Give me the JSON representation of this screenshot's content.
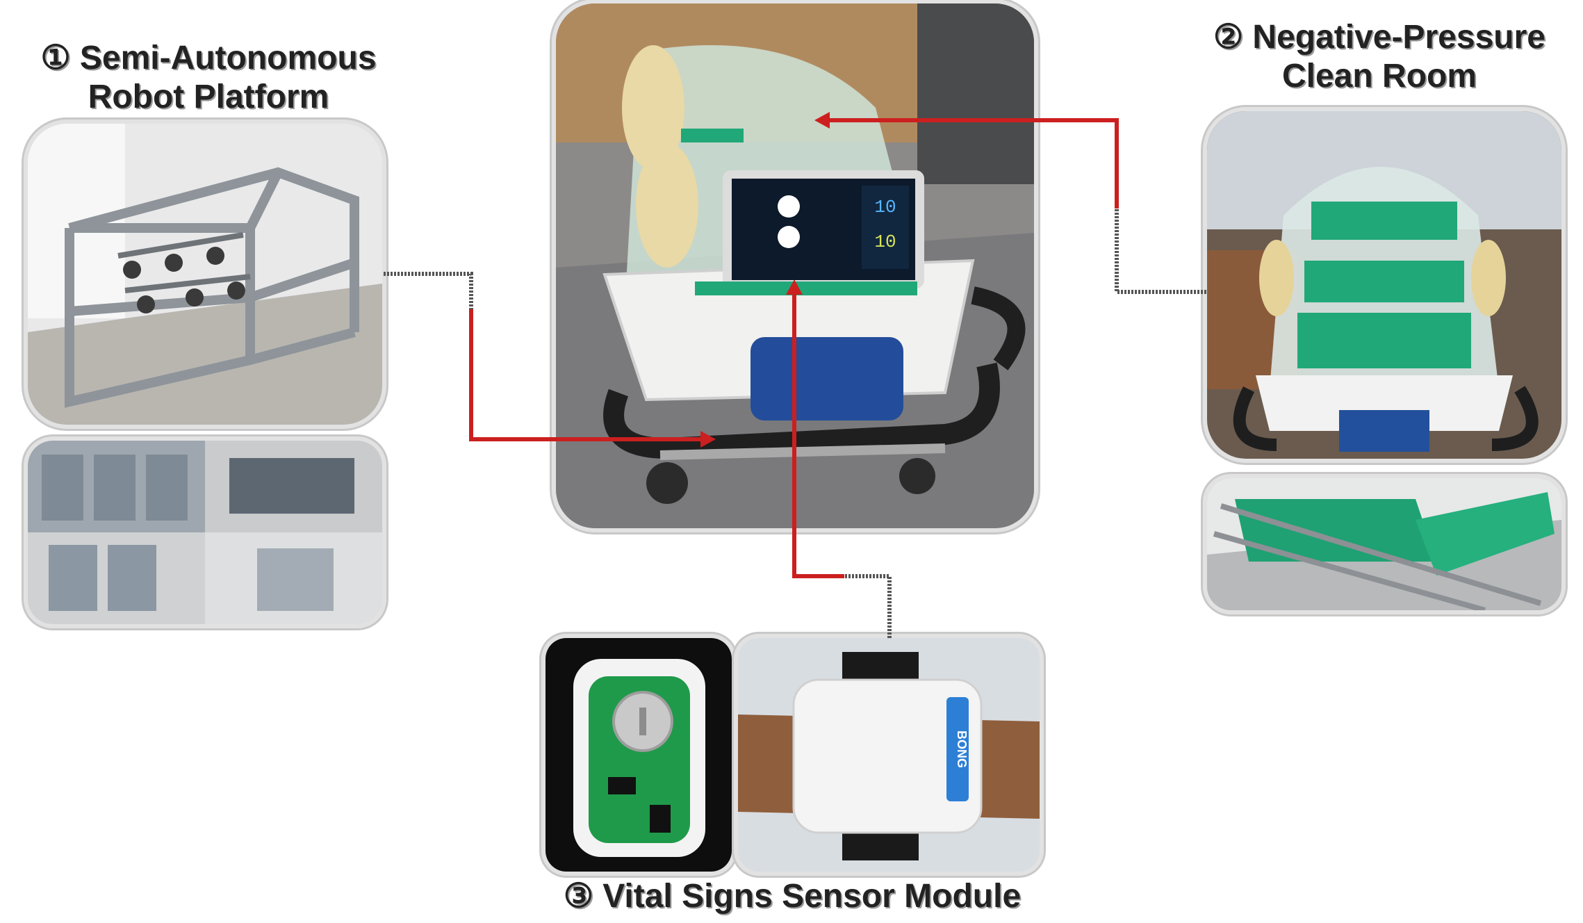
{
  "labels": {
    "robot_platform": {
      "number": "①",
      "line1": "Semi-Autonomous",
      "line2": "Robot Platform"
    },
    "clean_room": {
      "number": "②",
      "line1": "Negative-Pressure",
      "line2": "Clean Room"
    },
    "sensor_module": {
      "number": "③",
      "text": "Vital Signs Sensor Module"
    }
  },
  "screen_readouts": {
    "value_top": "10",
    "value_bottom": "10"
  },
  "device_brand": "BONG",
  "colors": {
    "arrow": "#cc1f1f",
    "connector": "#555555",
    "stretcher_green": "#20a878"
  }
}
